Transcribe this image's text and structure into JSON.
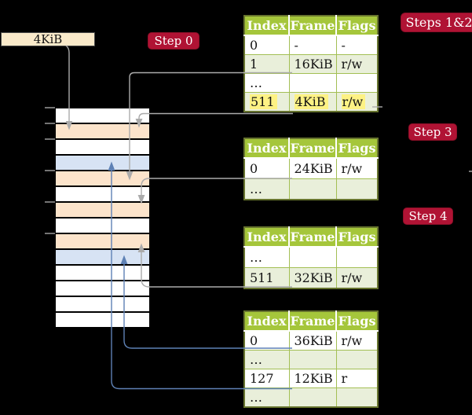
{
  "root_pointer": {
    "label": "4KiB"
  },
  "badges": {
    "step0": "Step 0",
    "steps12": "Steps 1&2",
    "step3": "Step 3",
    "step4": "Step 4"
  },
  "memory": {
    "rows": [
      {
        "color": "#ffffff"
      },
      {
        "color": "#fce4cb"
      },
      {
        "color": "#ffffff"
      },
      {
        "color": "#d7e3f4"
      },
      {
        "color": "#fce4cb"
      },
      {
        "color": "#ffffff"
      },
      {
        "color": "#fce4cb"
      },
      {
        "color": "#ffffff"
      },
      {
        "color": "#fce4cb"
      },
      {
        "color": "#d7e3f4"
      },
      {
        "color": "#ffffff"
      },
      {
        "color": "#ffffff"
      },
      {
        "color": "#ffffff"
      },
      {
        "color": "#ffffff"
      }
    ]
  },
  "tables": [
    {
      "headers": [
        "Index",
        "Frame",
        "Flags"
      ],
      "rows": [
        {
          "cells": [
            "0",
            "-",
            "-"
          ]
        },
        {
          "cells": [
            "1",
            "16KiB",
            "r/w"
          ]
        },
        {
          "cells": [
            "…",
            "",
            ""
          ]
        },
        {
          "cells": [
            "511",
            "4KiB",
            "r/w"
          ]
        }
      ]
    },
    {
      "headers": [
        "Index",
        "Frame",
        "Flags"
      ],
      "rows": [
        {
          "cells": [
            "0",
            "24KiB",
            "r/w"
          ]
        },
        {
          "cells": [
            "…",
            "",
            ""
          ]
        }
      ]
    },
    {
      "headers": [
        "Index",
        "Frame",
        "Flags"
      ],
      "rows": [
        {
          "cells": [
            "…",
            "",
            ""
          ]
        },
        {
          "cells": [
            "511",
            "32KiB",
            "r/w"
          ]
        }
      ]
    },
    {
      "headers": [
        "Index",
        "Frame",
        "Flags"
      ],
      "rows": [
        {
          "cells": [
            "0",
            "36KiB",
            "r/w"
          ]
        },
        {
          "cells": [
            "…",
            "",
            ""
          ]
        },
        {
          "cells": [
            "127",
            "12KiB",
            "r"
          ]
        },
        {
          "cells": [
            "…",
            "",
            ""
          ]
        }
      ]
    }
  ],
  "colors": {
    "badge_red": "#b01334",
    "table_header_green": "#a5c63b",
    "table_alt_row_green": "#e9efda",
    "highlight_yellow": "#fdf284",
    "frame_peach": "#fce4cb",
    "frame_blue": "#d7e3f4",
    "root_box_cream": "#faeaca",
    "arrow_gray": "#ababab",
    "arrow_blue": "#5e81b5"
  }
}
